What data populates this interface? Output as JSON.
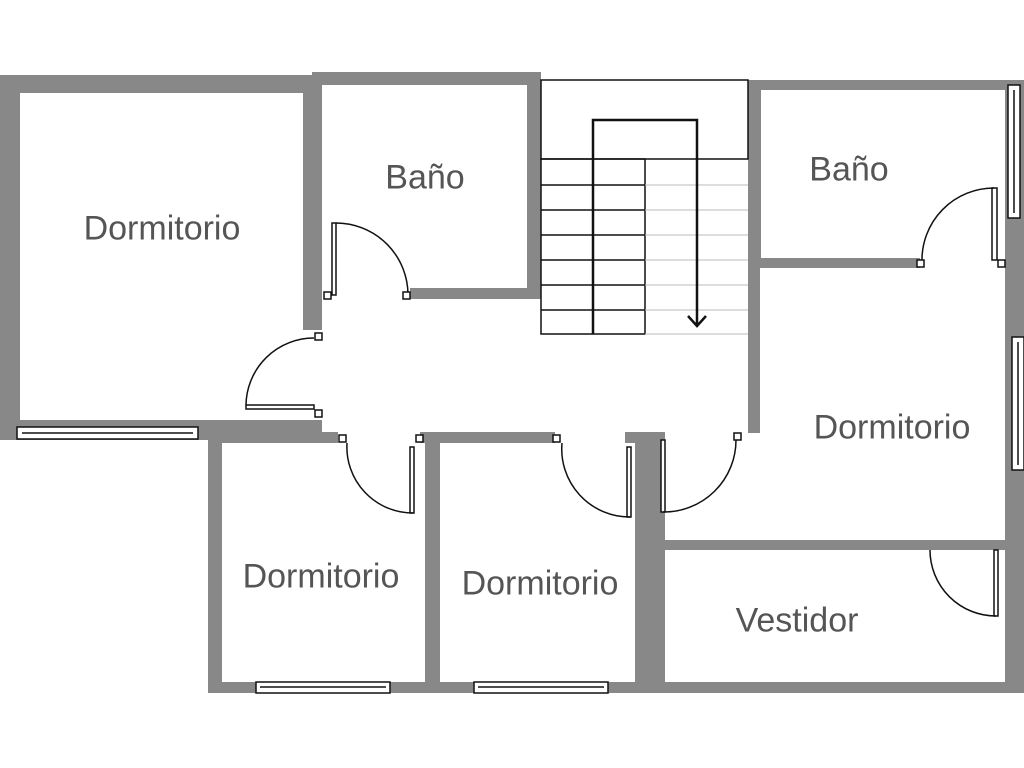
{
  "plan": {
    "rooms": [
      {
        "id": "dormitorio-1",
        "label": "Dormitorio"
      },
      {
        "id": "bano-1",
        "label": "Baño"
      },
      {
        "id": "bano-2",
        "label": "Baño"
      },
      {
        "id": "dormitorio-2",
        "label": "Dormitorio"
      },
      {
        "id": "dormitorio-3",
        "label": "Dormitorio"
      },
      {
        "id": "dormitorio-4",
        "label": "Dormitorio"
      },
      {
        "id": "vestidor",
        "label": "Vestidor"
      }
    ],
    "stair_direction": "down"
  },
  "colors": {
    "wall": "#888888",
    "line": "#111111",
    "text": "#555555"
  }
}
